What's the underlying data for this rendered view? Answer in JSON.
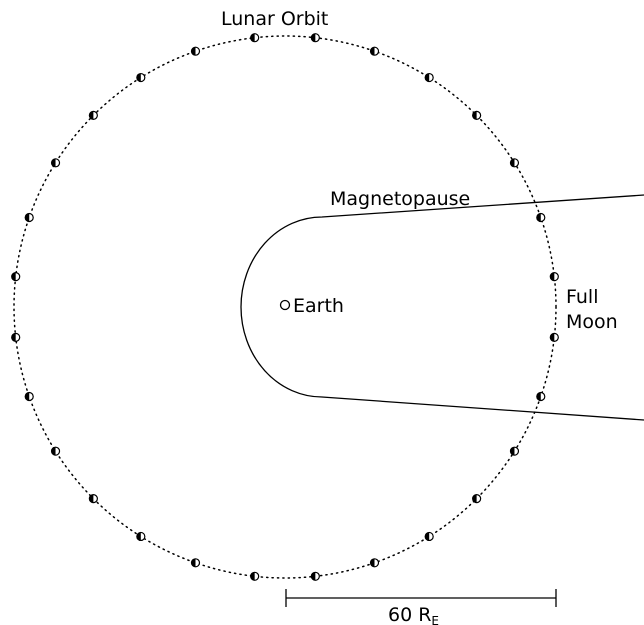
{
  "labels": {
    "orbit": "Lunar Orbit",
    "magnetopause": "Magnetopause",
    "earth": "Earth",
    "moon_line1": "Full",
    "moon_line2": "Moon",
    "scale_value": "60 R",
    "scale_subscript": "E"
  },
  "orbit": {
    "moon_phase_markers": 28,
    "marker_style": "half-filled circle",
    "line_style": "dotted"
  },
  "scale_bar": {
    "length_RE": 60
  },
  "colors": {
    "ink": "#000000",
    "background": "#ffffff"
  }
}
